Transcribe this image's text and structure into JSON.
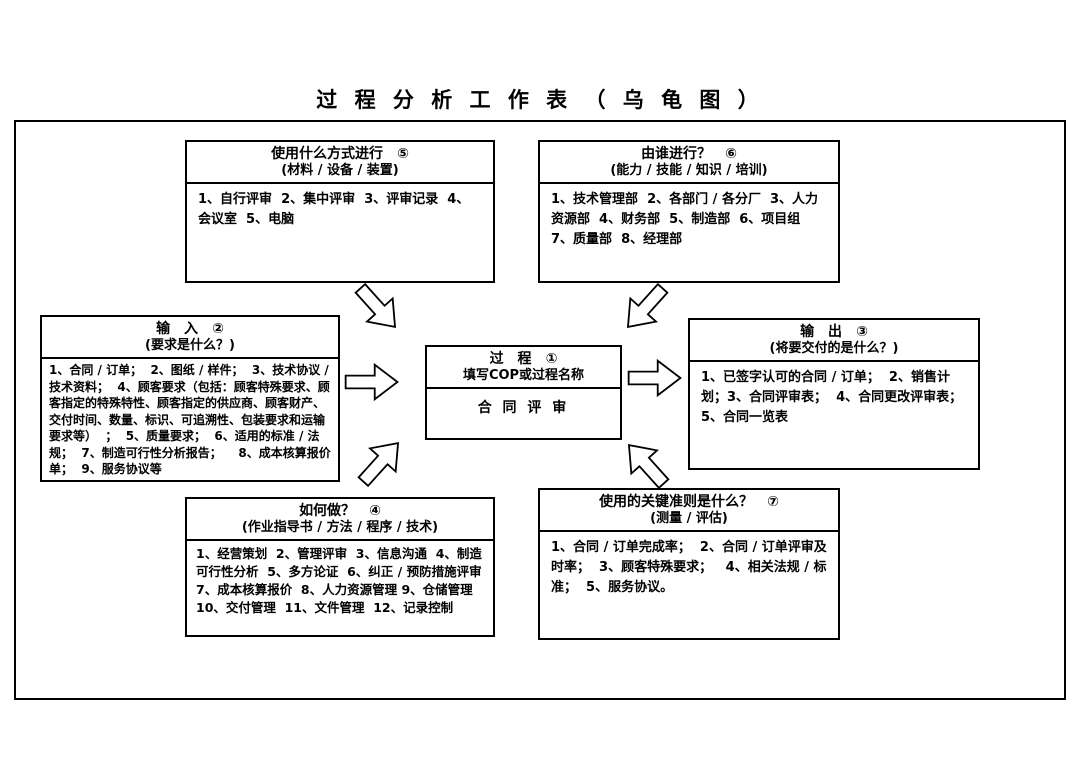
{
  "title": "过 程 分 析 工 作 表 （ 乌 龟 图 ）",
  "boxes": {
    "method": {
      "heading": "使用什么方式进行",
      "num": "⑤",
      "sub": "(材料 / 设备 / 装置)",
      "content": "1、自行评审  2、集中评审  3、评审记录  4、 会议室  5、电脑"
    },
    "who": {
      "heading": "由谁进行？",
      "num": "⑥",
      "sub": "(能力 / 技能 / 知识 / 培训)",
      "content": "1、技术管理部  2、各部门 / 各分厂  3、人力资源部  4、财务部  5、制造部  6、项目组  7、质量部  8、经理部"
    },
    "input": {
      "heading": "输　入",
      "num": "②",
      "sub": "(要求是什么？)",
      "content": "1、合同 / 订单；  2、图纸 / 样件；  3、技术协议 / 技术资料；  4、顾客要求（包括：顾客特殊要求、顾客指定的特殊特性、顾客指定的供应商、顾客财产、交付时间、数量、标识、可追溯性、包装要求和运输要求等）  ；  5、质量要求；  6、适用的标准 / 法规；  7、制造可行性分析报告；    8、成本核算报价单；  9、服务协议等"
    },
    "process": {
      "heading": "过　程",
      "num": "①",
      "sub": "填写COP或过程名称",
      "content": "合 同 评 审"
    },
    "output": {
      "heading": "输　出",
      "num": "③",
      "sub": "(将要交付的是什么？)",
      "content": "1、已签字认可的合同 / 订单；  2、销售计划；3、合同评审表；  4、合同更改评审表；5、合同一览表"
    },
    "how": {
      "heading": "如何做？",
      "num": "④",
      "sub": "(作业指导书 / 方法 / 程序 / 技术)",
      "content": "1、经营策划  2、管理评审  3、信息沟通  4、制造可行性分析  5、多方论证  6、纠正 / 预防措施评审  7、成本核算报价  8、人力资源管理 9、仓储管理  10、交付管理  11、文件管理  12、记录控制"
    },
    "criteria": {
      "heading": "使用的关键准则是什么？",
      "num": "⑦",
      "sub": "(测量 / 评估)",
      "content": "1、合同 / 订单完成率；  2、合同 / 订单评审及时率；  3、顾客特殊要求；   4、相关法规 / 标准；  5、服务协议。"
    }
  }
}
